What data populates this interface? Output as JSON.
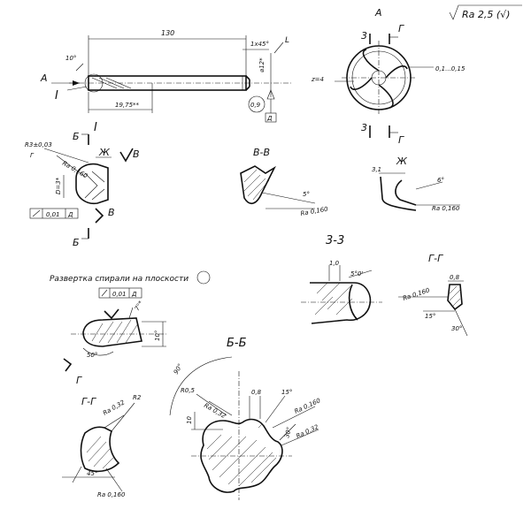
{
  "roughness_general": "Ra 2,5 (√)",
  "main_view": {
    "dim_length": "130",
    "dim_chamfer": "1x45°",
    "dim_dia": "⌀12*",
    "dim_angle": "10°",
    "dim_flute": "19,75**",
    "tol_runout": "0,9",
    "datum_d": "Д",
    "letter_a": "A",
    "letter_i": "I",
    "letter_l": "L"
  },
  "view_a": {
    "title": "A",
    "cut_3": "3",
    "cut_g": "Г",
    "z_label": "z=4",
    "dim_range": "0,1...0,15"
  },
  "detail_i": {
    "title": "I",
    "radius": "R3±0,03",
    "tol_g": "Г",
    "ra": "Ra 0,160",
    "dia3": "D=3*",
    "tol_value": "0,01",
    "datum": "Д",
    "b": "Б",
    "v": "В",
    "zh": "Ж"
  },
  "section_vv": {
    "title": "В-В",
    "angle": "5°",
    "ra": "Ra 0,160"
  },
  "section_zh": {
    "title": "Ж",
    "dim": "3,1",
    "angle": "6°",
    "ra": "Ra 0,160"
  },
  "section_33": {
    "title": "3-3",
    "dim_1": "1,0",
    "angle": "5°0'"
  },
  "section_gg_right": {
    "title": "Г-Г",
    "dim": "0,8",
    "ra": "Ra 0,160",
    "angle_15": "15°",
    "angle_30": "30°"
  },
  "development": {
    "title": "Развертка спирали на плоскости",
    "tol_value": "0,01",
    "datum": "Д",
    "angle_7": "7°*",
    "angle_10": "10°",
    "angle_50": "50°",
    "letter_g": "Г"
  },
  "section_gg_left": {
    "title": "Г-Г",
    "radius": "R2",
    "ra_top": "Ra 0,32",
    "angle": "45°",
    "ra_bot": "Ra 0,160"
  },
  "section_bb": {
    "title": "Б-Б",
    "angle_90": "90°",
    "radius": "R0,5",
    "ra_1": "Ra 0,32",
    "dim_08": "0,8",
    "angle_15": "15°",
    "ra_2": "Ra 0,160",
    "dim_10": "10",
    "angle_30": "30°",
    "ra_3": "Ra 0,32"
  }
}
